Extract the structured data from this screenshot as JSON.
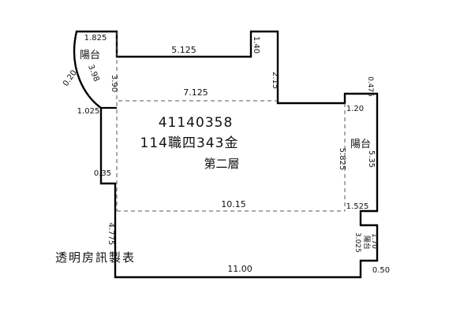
{
  "plan": {
    "unit_number": "41140358",
    "unit_label": "114職四343金",
    "floor_label": "第二層",
    "watermark": "透明房訊製表",
    "labels": {
      "balcony_top": "陽台",
      "balcony_right": "陽台",
      "balcony_bottom": "陽台"
    },
    "dims": {
      "balcony_top_width": "1.825",
      "top_edge_width": "5.125",
      "top_notch_height": "1.40",
      "curve_offset": "0.20",
      "curve_length": "3.98",
      "balcony_top_depth": "3.90",
      "upper_interior_width": "7.125",
      "top_right_height": "2.15",
      "left_upper": "1.025",
      "right_top_width": "1.20",
      "right_top_height": "0.475",
      "interior_right_height": "5.825",
      "right_balcony_height": "5.35",
      "left_mid": "0.35",
      "interior_width": "10.15",
      "right_balcony_bottom_width": "1.525",
      "left_lower_height": "4.775",
      "bottom_right_wall_height": "3.025",
      "bottom_balcony_height": "1.70",
      "bottom_width": "11.00",
      "bottom_right_width": "0.50"
    },
    "line_color": "#000000"
  }
}
